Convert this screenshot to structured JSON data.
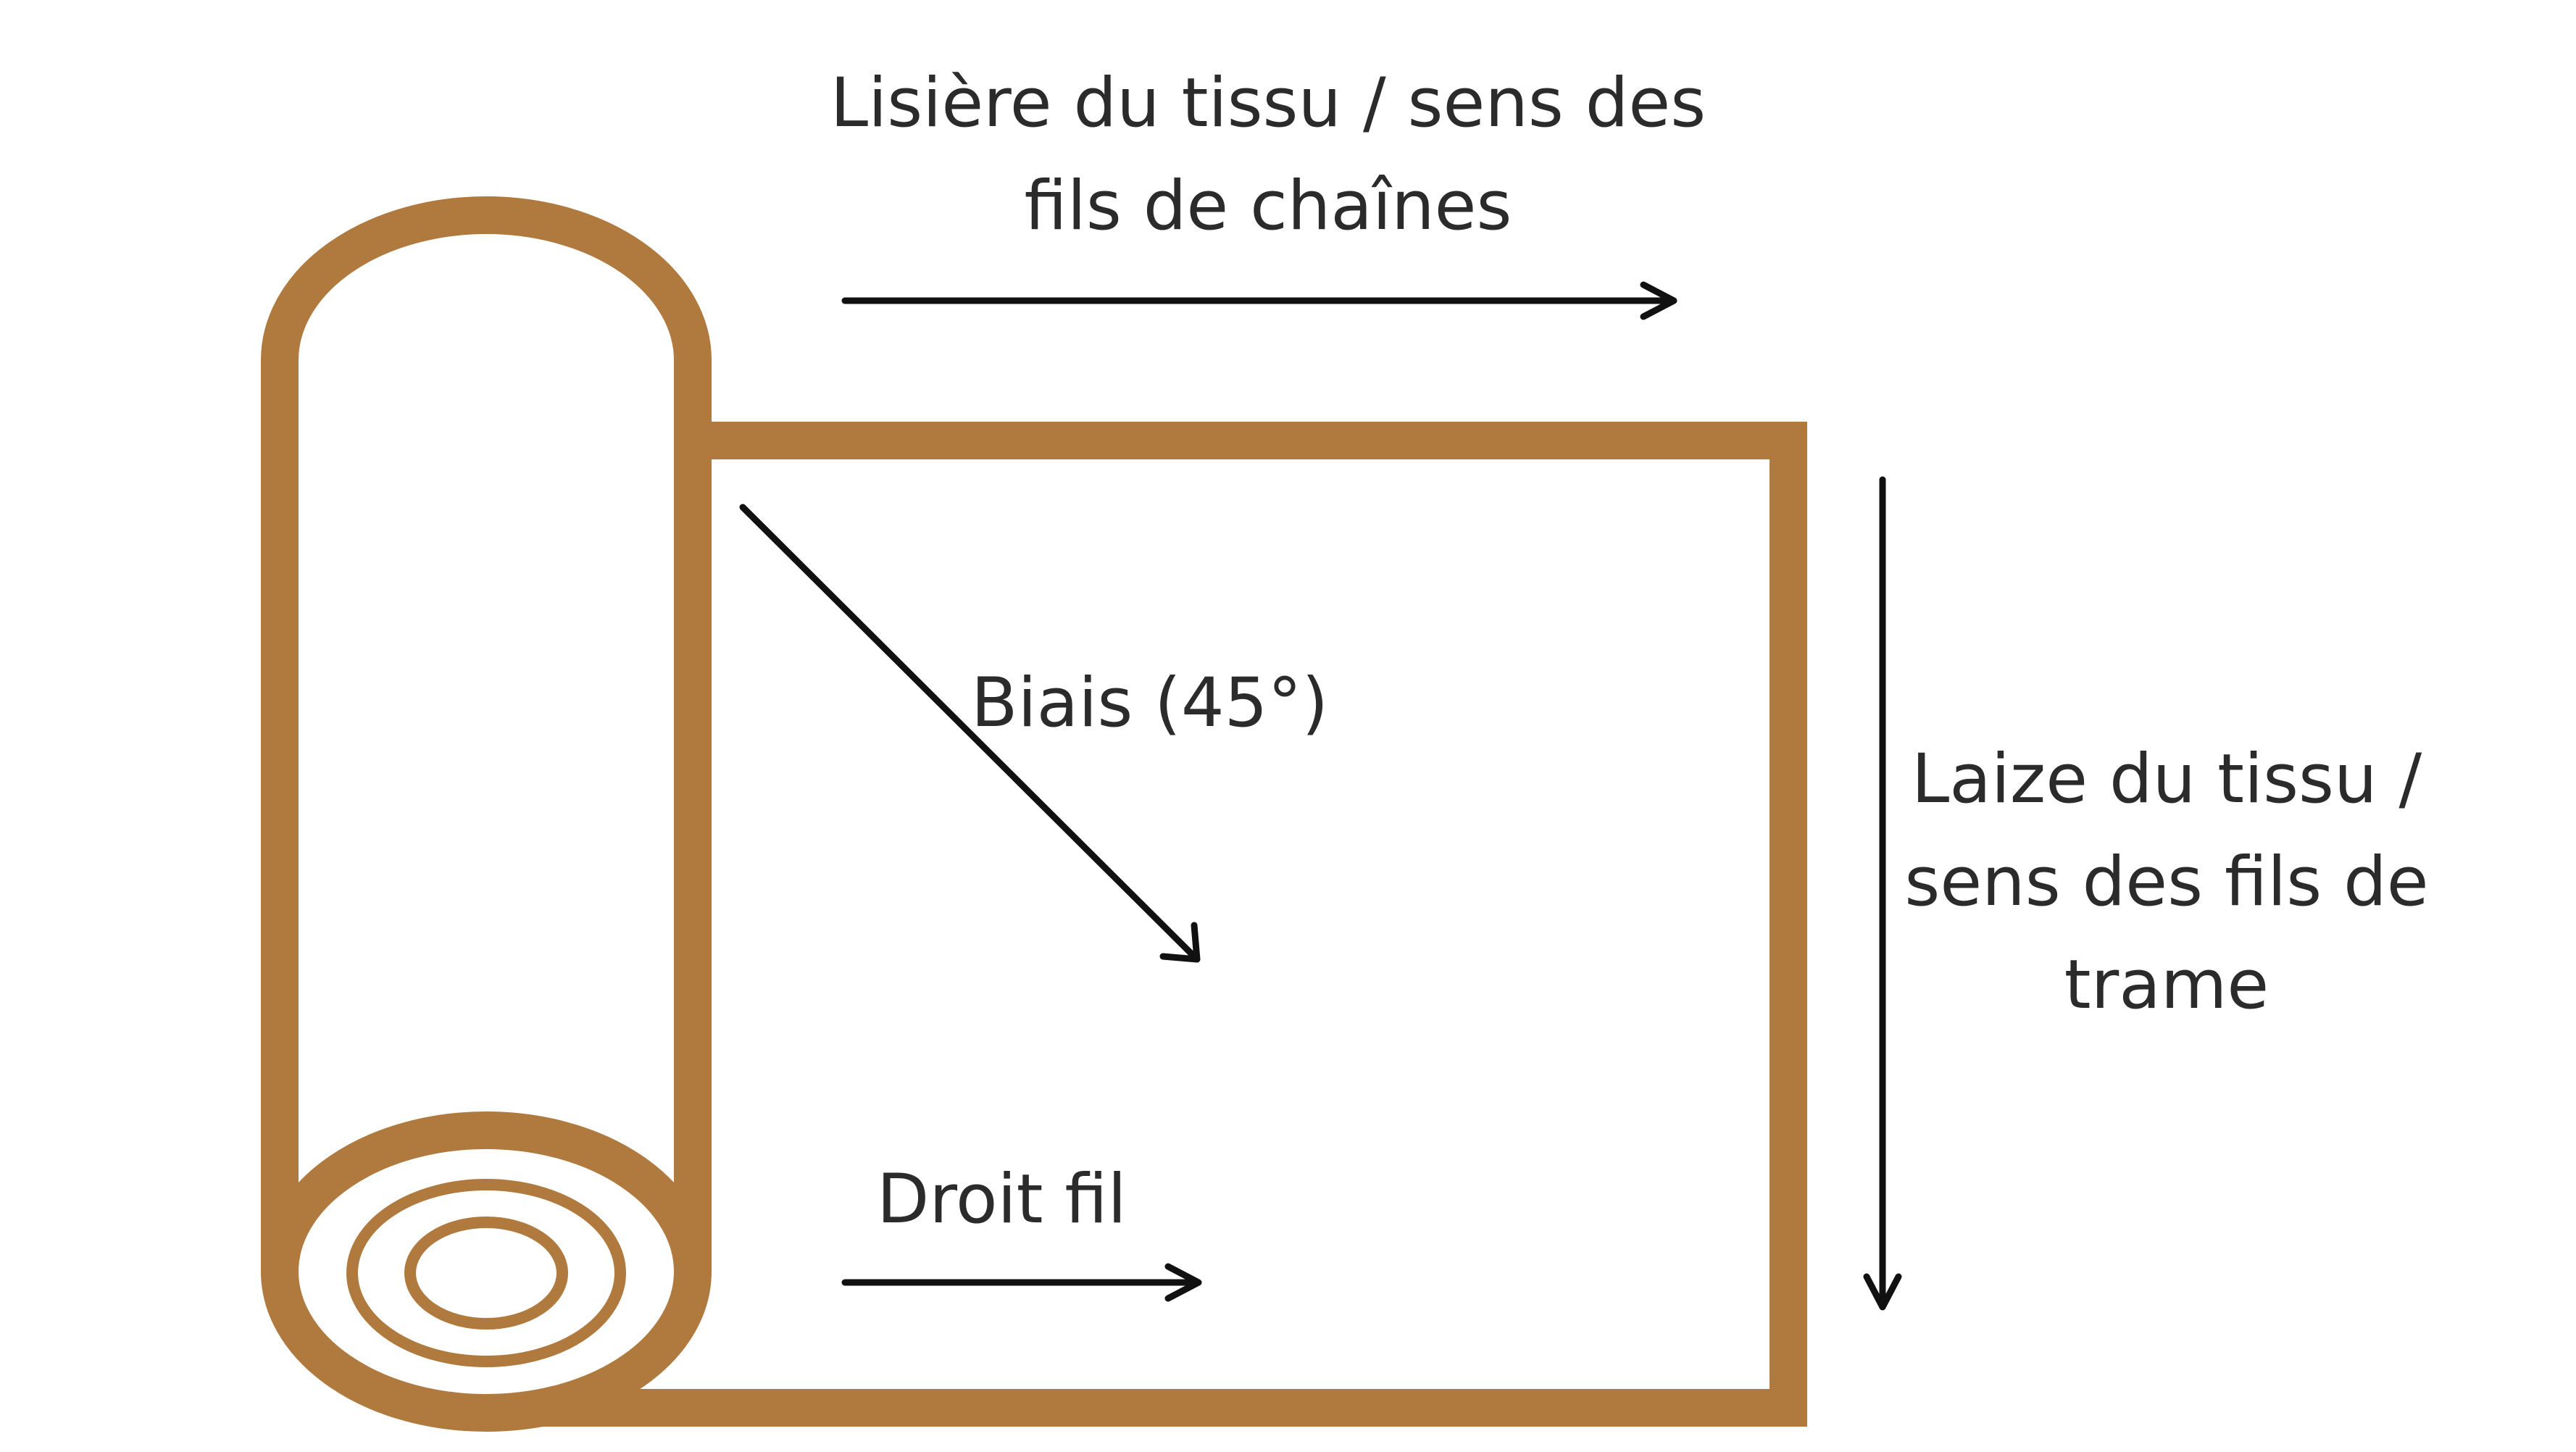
{
  "diagram": {
    "labels": {
      "lisiere": [
        "Lisière du tissu / sens des",
        "fils de chaînes"
      ],
      "biais": "Biais (45°)",
      "droit_fil": "Droit fil",
      "laize": [
        "Laize du tissu /",
        "sens des fils de",
        "trame"
      ]
    },
    "colors": {
      "fabric": "#B07A3E",
      "arrow": "#111111",
      "text": "#2b2b2b",
      "background": "#ffffff"
    }
  }
}
